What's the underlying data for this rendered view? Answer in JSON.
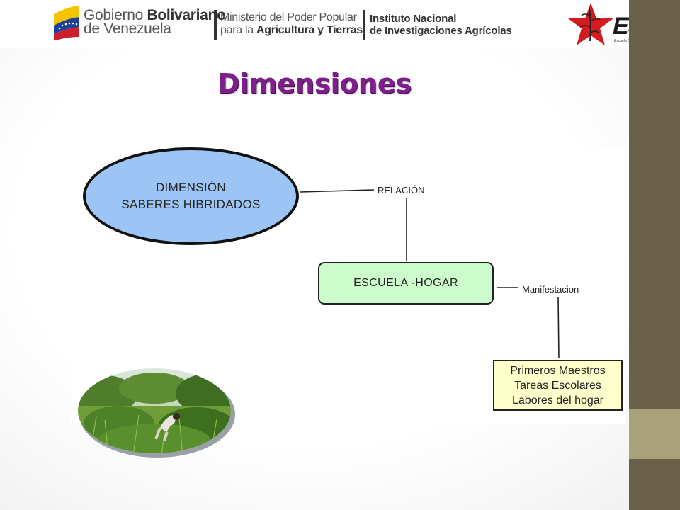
{
  "header": {
    "gobierno_line1_a": "Gobierno ",
    "gobierno_line1_b": "Bolivariano",
    "gobierno_line2": "de Venezuela",
    "ministerio_line1": "Ministerio del Poder Popular",
    "ministerio_line2_a": "para la ",
    "ministerio_line2_b": "Agricultura y Tierras",
    "instituto_line1": "Instituto Nacional",
    "instituto_line2": "de Investigaciones Agrícolas",
    "esat_logo": "ESAT",
    "esat_subtitle": "Escuela Socialista de Agricultura Tropical"
  },
  "title": "Dimensiones",
  "diagram": {
    "ellipse_line1": "DIMENSIÓN",
    "ellipse_line2": "SABERES HIBRIDADOS",
    "relation_label": "RELACIÓN",
    "green_box": "ESCUELA -HOGAR",
    "manifest_label": "Manifestacion",
    "yellow_lines": [
      "Primeros Maestros",
      "Tareas Escolares",
      "Labores del hogar"
    ]
  },
  "colors": {
    "title": "#7f1f8c",
    "ellipse_fill": "#9cc4f4",
    "green_fill": "#ccfccc",
    "yellow_fill": "#ffffcc",
    "sidebar": "#6a5f49",
    "sidebar_accent": "#a9a17a"
  }
}
